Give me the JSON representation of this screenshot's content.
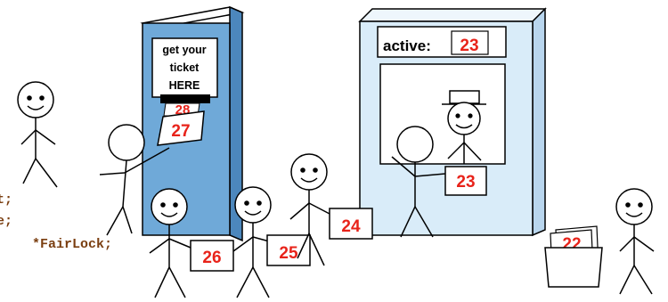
{
  "dispenser": {
    "sign_lines": [
      "get your",
      "ticket",
      "HERE"
    ],
    "top_ticket": "28",
    "held_ticket": "27",
    "color": "#6fa9d8"
  },
  "booth": {
    "active_label": "active:",
    "active_number": "23",
    "served_ticket": "23",
    "color": "#d9ecf9"
  },
  "queue_tickets": [
    "26",
    "25",
    "24"
  ],
  "discard_pile_ticket": "22",
  "code_fragments": [
    "t;",
    "e;",
    "*FairLock;"
  ],
  "colors": {
    "ticket_number": "#e8231a",
    "code": "#7a3e10",
    "outline": "#000000"
  }
}
